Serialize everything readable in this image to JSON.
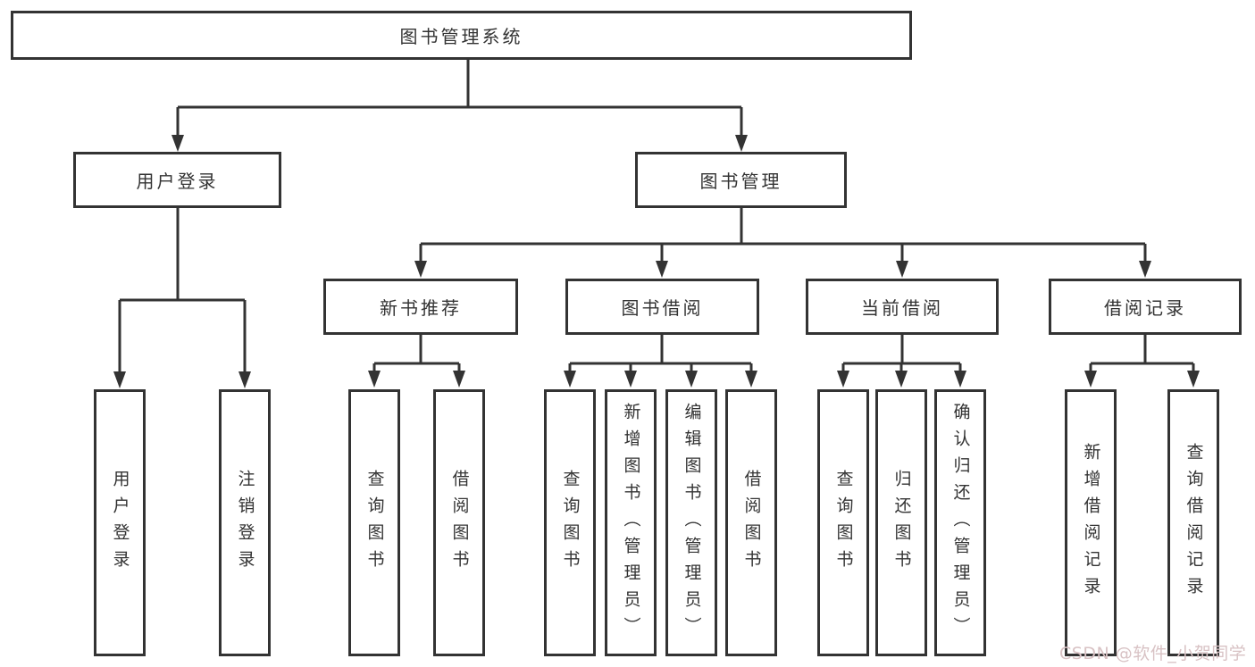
{
  "diagram": {
    "root": {
      "label": "图书管理系统"
    },
    "branches": [
      {
        "label": "用户登录",
        "children": [
          {
            "label": "用户登录"
          },
          {
            "label": "注销登录"
          }
        ]
      },
      {
        "label": "图书管理",
        "children": [
          {
            "label": "新书推荐",
            "children": [
              {
                "label": "查询图书"
              },
              {
                "label": "借阅图书"
              }
            ]
          },
          {
            "label": "图书借阅",
            "children": [
              {
                "label": "查询图书"
              },
              {
                "label": "新增图书（管理员）"
              },
              {
                "label": "编辑图书（管理员）"
              },
              {
                "label": "借阅图书"
              }
            ]
          },
          {
            "label": "当前借阅",
            "children": [
              {
                "label": "查询图书"
              },
              {
                "label": "归还图书"
              },
              {
                "label": "确认归还（管理员）"
              }
            ]
          },
          {
            "label": "借阅记录",
            "children": [
              {
                "label": "新增借阅记录"
              },
              {
                "label": "查询借阅记录"
              }
            ]
          }
        ]
      }
    ],
    "watermark": "CSDN @软件_小贺同学",
    "colors": {
      "line": "#333333",
      "box_border": "#333333",
      "box_background": "#ffffff",
      "text": "#333333",
      "background": "#ffffff",
      "watermark": "#d8c2c4"
    }
  }
}
